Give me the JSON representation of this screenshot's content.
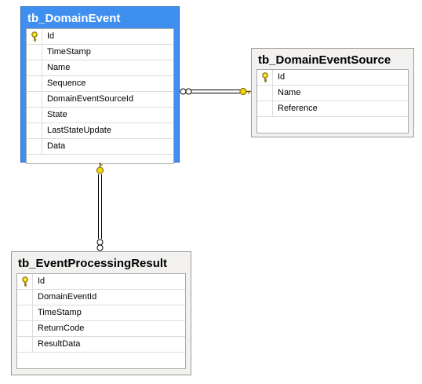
{
  "tables": [
    {
      "id": "domain-event",
      "title": "tb_DomainEvent",
      "columns": [
        {
          "name": "Id",
          "primary_key": true
        },
        {
          "name": "TimeStamp",
          "primary_key": false
        },
        {
          "name": "Name",
          "primary_key": false
        },
        {
          "name": "Sequence",
          "primary_key": false
        },
        {
          "name": "DomainEventSourceId",
          "primary_key": false
        },
        {
          "name": "State",
          "primary_key": false
        },
        {
          "name": "LastStateUpdate",
          "primary_key": false
        },
        {
          "name": "Data",
          "primary_key": false
        }
      ]
    },
    {
      "id": "domain-event-source",
      "title": "tb_DomainEventSource",
      "columns": [
        {
          "name": "Id",
          "primary_key": true
        },
        {
          "name": "Name",
          "primary_key": false
        },
        {
          "name": "Reference",
          "primary_key": false
        }
      ]
    },
    {
      "id": "event-processing-result",
      "title": "tb_EventProcessingResult",
      "columns": [
        {
          "name": "Id",
          "primary_key": true
        },
        {
          "name": "DomainEventId",
          "primary_key": false
        },
        {
          "name": "TimeStamp",
          "primary_key": false
        },
        {
          "name": "ReturnCode",
          "primary_key": false
        },
        {
          "name": "ResultData",
          "primary_key": false
        }
      ]
    }
  ],
  "relationships": [
    {
      "from": "domain-event",
      "to": "domain-event-source",
      "from_end": "many",
      "to_end": "one"
    },
    {
      "from": "event-processing-result",
      "to": "domain-event",
      "from_end": "many",
      "to_end": "one"
    }
  ],
  "colors": {
    "selected_table": "#3f8ff1",
    "table_header": "#f3f1ef",
    "key_icon": "#f2d800"
  }
}
